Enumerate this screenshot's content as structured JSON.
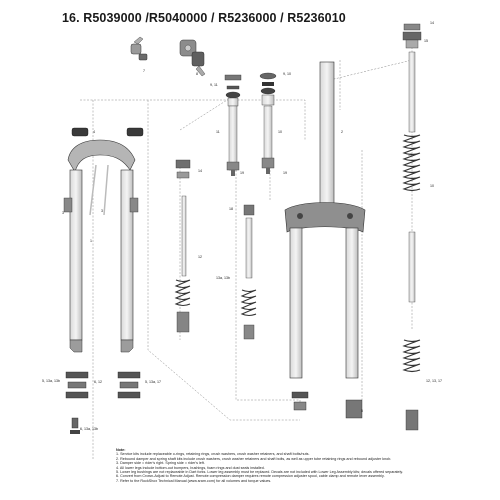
{
  "title": "16. R5039000 /R5040000 / R5236000 / R5236010",
  "callouts": [
    {
      "id": "c14",
      "text": "14"
    },
    {
      "id": "c15a",
      "text": "15"
    },
    {
      "id": "c7",
      "text": "7"
    },
    {
      "id": "c8",
      "text": "8"
    },
    {
      "id": "c911",
      "text": "9, 11"
    },
    {
      "id": "c910",
      "text": "9, 10"
    },
    {
      "id": "c4",
      "text": "4"
    },
    {
      "id": "c2",
      "text": "2"
    },
    {
      "id": "c11",
      "text": "11"
    },
    {
      "id": "c10a",
      "text": "10"
    },
    {
      "id": "c10b",
      "text": "10"
    },
    {
      "id": "c15b",
      "text": "15"
    },
    {
      "id": "c14b",
      "text": "14"
    },
    {
      "id": "c19a",
      "text": "19"
    },
    {
      "id": "c19b",
      "text": "19"
    },
    {
      "id": "c3a",
      "text": "3"
    },
    {
      "id": "c3b",
      "text": "3"
    },
    {
      "id": "c1",
      "text": "1"
    },
    {
      "id": "c18",
      "text": "18"
    },
    {
      "id": "c12",
      "text": "12"
    },
    {
      "id": "c13a",
      "text": "13a, 13b"
    },
    {
      "id": "c5a",
      "text": "5, 13a, 13b"
    },
    {
      "id": "c612",
      "text": "6, 12"
    },
    {
      "id": "c5b",
      "text": "5, 13a, 17"
    },
    {
      "id": "c1213",
      "text": "12, 13, 17"
    },
    {
      "id": "c5c",
      "text": "5"
    },
    {
      "id": "c6",
      "text": "6, 13a, 13b"
    }
  ],
  "notes": {
    "heading": "Note:",
    "lines": [
      "1. Service kits include replaceable o-rings, retaining rings, crush washers, crush washer retainers, and shaft bolts/nuts.",
      "2. Rebound damper and spring shaft kits include crush washers, crush washer retainers and shaft bolts, as well as upper tube retaining rings and rebound adjuster knob.",
      "3. Damper side = rider's right.  Spring side = rider's left.",
      "4. All lower legs include bottom-out bumpers, bushings, foam rings and dust seals installed.",
      "5. Lower leg bushings are not replaceable in Dart forks.  Lower leg assembly must be replaced. Decals are not included with Lower Leg Assembly kits; decals offered separately.",
      "6. Convert from Crown-Adjust to Remote Adjust.  Remote compression damper requires remote compression adjuster spool, cable clamp and remote lever assembly.",
      "7. Refer to the RockShox Technical Manual (www.sram.com) for all volumes and torque values."
    ]
  }
}
